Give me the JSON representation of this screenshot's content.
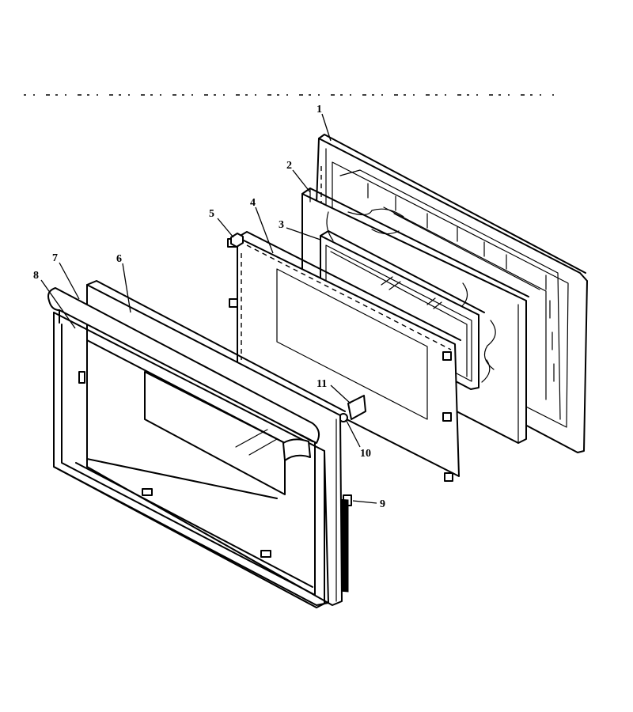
{
  "diagram": {
    "header_text": "",
    "parts": [
      {
        "id": "part-1",
        "number": "1"
      },
      {
        "id": "part-2",
        "number": "2"
      },
      {
        "id": "part-3",
        "number": "3"
      },
      {
        "id": "part-4",
        "number": "4"
      },
      {
        "id": "part-5",
        "number": "5"
      },
      {
        "id": "part-6",
        "number": "6"
      },
      {
        "id": "part-7",
        "number": "7"
      },
      {
        "id": "part-8",
        "number": "8"
      },
      {
        "id": "part-9",
        "number": "9"
      },
      {
        "id": "part-10",
        "number": "10"
      },
      {
        "id": "part-11",
        "number": "11"
      }
    ]
  }
}
